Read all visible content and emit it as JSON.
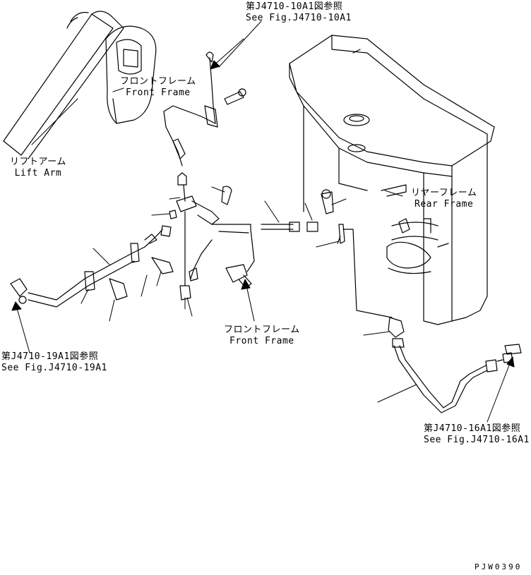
{
  "labels": {
    "ref_top_jp": "第J4710-10A1図参照",
    "ref_top_en": "See Fig.J4710-10A1",
    "front_frame_top_jp": "フロントフレーム",
    "front_frame_top_en": "Front Frame",
    "lift_arm_jp": "リフトアーム",
    "lift_arm_en": "Lift Arm",
    "rear_frame_jp": "リヤーフレーム",
    "rear_frame_en": "Rear Frame",
    "front_frame_bottom_jp": "フロントフレーム",
    "front_frame_bottom_en": "Front Frame",
    "ref_left_jp": "第J4710-19A1図参照",
    "ref_left_en": "See Fig.J4710-19A1",
    "ref_right_jp": "第J4710-16A1図参照",
    "ref_right_en": "See Fig.J4710-16A1",
    "drawing_code": "PJW0390"
  },
  "colors": {
    "line": "#000000",
    "background": "#ffffff"
  }
}
